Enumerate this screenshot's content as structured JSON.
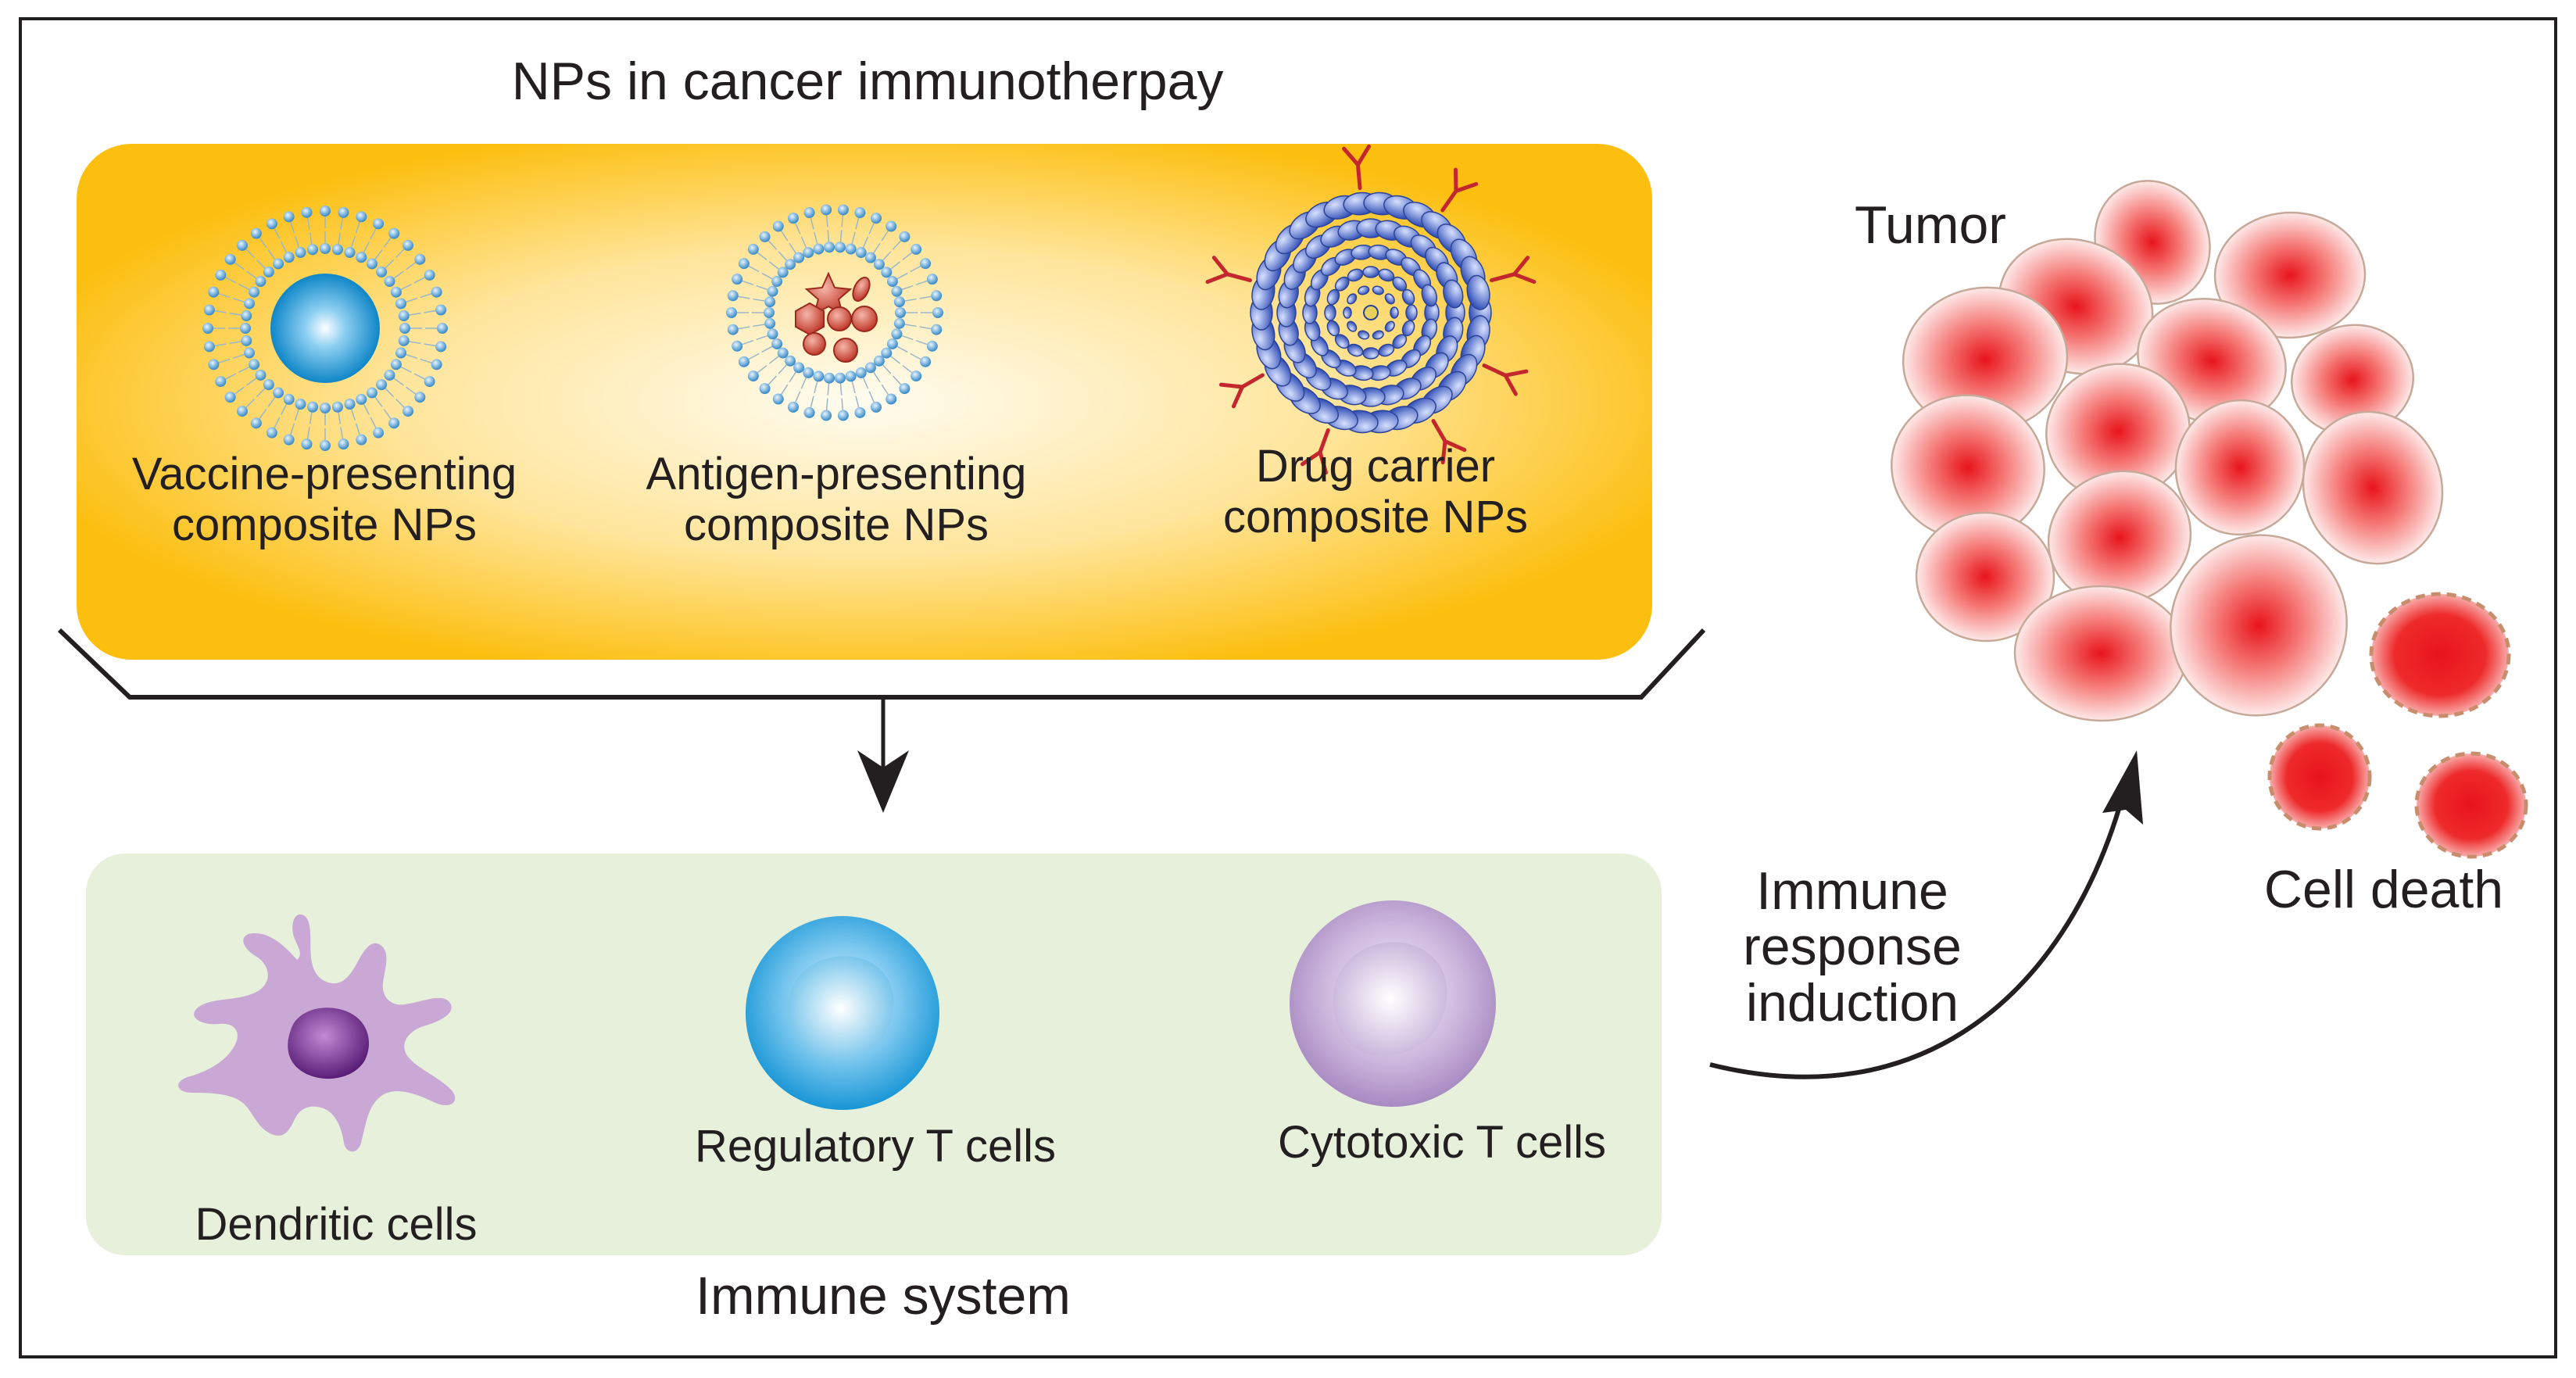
{
  "title": "NPs in cancer immunotherpay",
  "nanoparticles": [
    {
      "line1": "Vaccine-presenting",
      "line2": "composite NPs"
    },
    {
      "line1": "Antigen-presenting",
      "line2": "composite NPs"
    },
    {
      "line1": "Drug carrier",
      "line2": "composite NPs"
    }
  ],
  "immune": {
    "title": "Immune system",
    "cells": [
      {
        "label": "Dendritic cells"
      },
      {
        "label": "Regulatory T cells"
      },
      {
        "label": "Cytotoxic T cells"
      }
    ]
  },
  "induction": {
    "line1": "Immune",
    "line2": "response",
    "line3": "induction"
  },
  "tumor": {
    "label": "Tumor"
  },
  "cell_death": {
    "label": "Cell death"
  },
  "colors": {
    "np_panel_edge": "#fcbf10",
    "np_panel_center": "#fffcf0",
    "immune_panel": "#e6f0da",
    "vaccine_core": "#1c9ad8",
    "membrane_bead": "#4a9fd4",
    "dendritic_cell": "#c8a8d4",
    "regulatory_t": "#2aa3dd",
    "cytotoxic_t": "#b99fcd",
    "tumor_cell": "#ee2a2a",
    "antibody": "#c4262e"
  }
}
